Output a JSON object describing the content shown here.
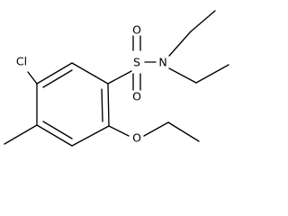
{
  "molecule": {
    "atoms": {
      "chlorine": "Cl",
      "sulfur": "S",
      "nitrogen": "N",
      "oxygen_top": "O",
      "oxygen_bottom": "O",
      "oxygen_ether": "O"
    }
  },
  "colors": {
    "bond": "#000000",
    "label": "#000000",
    "background": "#ffffff"
  }
}
